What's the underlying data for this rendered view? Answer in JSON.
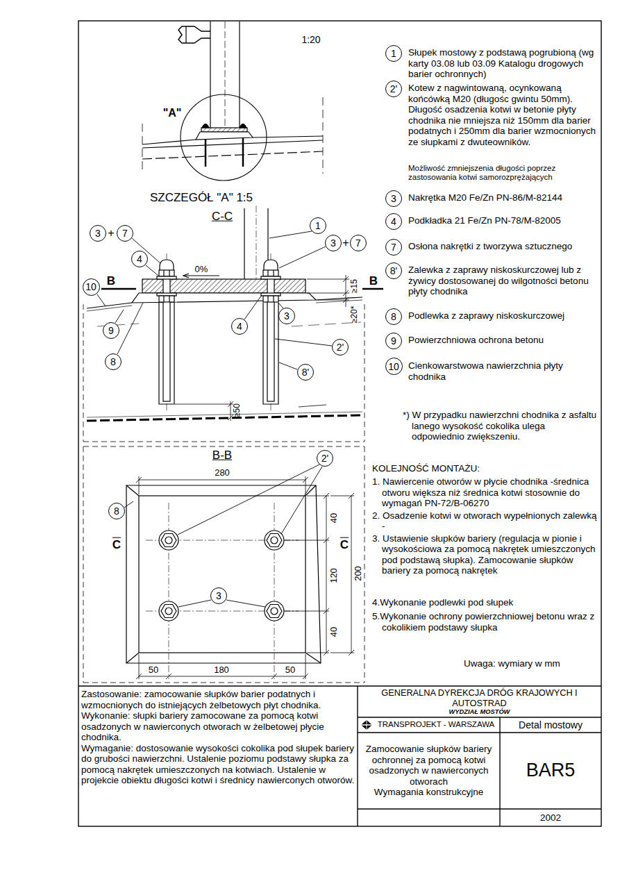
{
  "diagram": {
    "nodes": [
      {
        "text": [
          "3"
        ]
      },
      {
        "text": [
          "7"
        ]
      },
      {
        "text": [
          "1"
        ]
      },
      {
        "text": [
          "3"
        ]
      },
      {
        "text": [
          "7"
        ]
      },
      {
        "text": [
          "4"
        ]
      },
      {
        "text": [
          "10"
        ]
      },
      {
        "text": [
          "3"
        ]
      },
      {
        "text": [
          "4"
        ]
      },
      {
        "text": [
          "9"
        ]
      },
      {
        "text": [
          "2'"
        ]
      },
      {
        "text": [
          "8"
        ]
      },
      {
        "text": [
          "8'"
        ]
      },
      {
        "text": [
          "2'"
        ]
      },
      {
        "text": [
          "8"
        ]
      },
      {
        "text": [
          "3"
        ]
      },
      {
        "text": [
          "1"
        ]
      },
      {
        "text": [
          "2'"
        ]
      },
      {
        "text": [
          "3"
        ]
      },
      {
        "text": [
          "4"
        ]
      },
      {
        "text": [
          "7"
        ]
      },
      {
        "text": [
          "8'"
        ]
      },
      {
        "text": [
          "8"
        ]
      },
      {
        "text": [
          "9"
        ]
      },
      {
        "text": [
          "10"
        ]
      },
      {
        "text": [
          "Zastosowanie: zamocowanie słupków barier podatnych i wzmocnionych do istniejących żelbetowych płyt chodnika.",
          "Wykonanie: słupki bariery zamocowane za pomocą kotwi osadzonych w nawierconych otworach w żelbetowej płycie chodnika.",
          "Wymaganie: dostosowanie wysokości cokolika pod słupek bariery do grubości nawierzchni. Ustalenie poziomu podstawy słupka za pomocą nakrętek umieszczonych na kotwiach. Ustalenie w projekcie obiektu długości kotwi i średnicy nawierconych otworów."
        ]
      },
      {
        "text": [
          "GENERALNA DYREKCJA DRÓG KRAJOWYCH I AUTOSTRAD",
          "WYDZIAŁ MOSTÓW"
        ]
      },
      {
        "text": [
          "TRANSPROJEKT - WARSZAWA"
        ]
      },
      {
        "text": [
          "Detal mostowy"
        ]
      },
      {
        "text": [
          "Zamocowanie słupków bariery ochronnej za pomocą kotwi osadzonych w nawierconych otworach",
          "Wymagania konstrukcyjne"
        ]
      },
      {
        "text": [
          "BAR5"
        ]
      },
      {
        "text": [
          "2002"
        ]
      }
    ],
    "labels": [
      "1:20",
      "\"A\"",
      "SZCZEGÓŁ \"A\" 1:5",
      "C-C",
      "+",
      "+",
      "0%",
      "B",
      "B",
      "≥15",
      "≥20*",
      "≥50",
      "B-B",
      "280",
      "40",
      "120",
      "40",
      "200",
      "C",
      "C",
      "50",
      "180",
      "50",
      "Słupek mostowy z podstawą pogrubioną (wg karty 03.08 lub 03.09 Katalogu drogowych barier ochronnych)",
      "Kotew z nagwintowaną, ocynkowaną końcówką M20 (długośc gwintu 50mm). Długość osadzenia kotwi w betonie płyty chodnika nie mniejsza niż 150mm dla barier podatnych i 250mm dla barier wzmocnionych ze słupkami z dwuteowników.",
      "Możliwość zmniejszenia długości poprzez zastosowania kotwi samorozprężających",
      "Nakrętka M20 Fe/Zn PN-86/M-82144",
      "Podkładka 21 Fe/Zn PN-78/M-82005",
      "Osłona nakrętki z tworzywa sztucznego",
      "Zalewka z zaprawy niskoskurczowej lub z żywicy dostosowanej do wilgotności betonu płyty chodnika",
      "Podlewka z zaprawy niskoskurczowej",
      "Powierzchniowa ochrona betonu",
      "Cienkowarstwowa nawierzchnia płyty chodnika",
      "*) W przypadku nawierzchni chodnika z asfaltu lanego wysokość cokolika ulega odpowiednio zwiększeniu.",
      "KOLEJNOŚĆ MONTAŻU:",
      "1. Nawiercenie otworów w płycie chodnika -średnica otworu większa niż średnica kotwi stosownie do wymagań PN-72/B-06270",
      "2. Osadzenie kotwi w otworach wypełnionych zalewką -",
      "3. Ustawienie słupków bariery (regulacja w pionie i wysokościowa za pomocą nakrętek umieszczonych pod podstawą słupka). Zamocowanie słupków bariery za pomocą nakrętek",
      "4.Wykonanie podlewki pod słupek",
      "5.Wykonanie ochrony powierzchniowej betonu wraz z cokolikiem podstawy słupka",
      "Uwaga: wymiary w mm"
    ]
  }
}
